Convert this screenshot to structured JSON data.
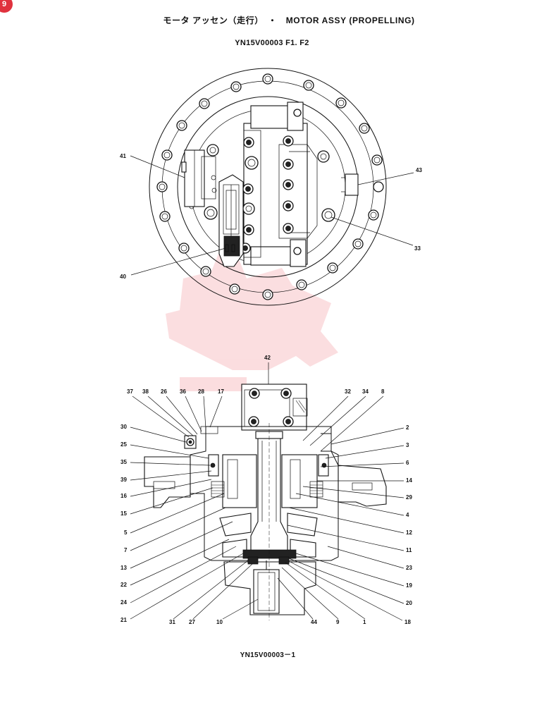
{
  "header": {
    "title": "モータ アッセン（走行）　・　MOTOR ASSY (PROPELLING)",
    "subtitle": "YN15V00003 F1. F2"
  },
  "footer": {
    "code": "YN15V00003－1"
  },
  "watermark_color": "#e8323c",
  "top_view_callouts": [
    "41",
    "43",
    "33",
    "40"
  ],
  "section_view_callouts": [
    "42",
    "37",
    "38",
    "26",
    "36",
    "28",
    "17",
    "32",
    "34",
    "8",
    "30",
    "2",
    "25",
    "3",
    "35",
    "6",
    "39",
    "14",
    "16",
    "29",
    "15",
    "4",
    "5",
    "12",
    "7",
    "11",
    "13",
    "23",
    "22",
    "19",
    "24",
    "20",
    "21",
    "31",
    "27",
    "10",
    "44",
    "9",
    "1",
    "18"
  ]
}
